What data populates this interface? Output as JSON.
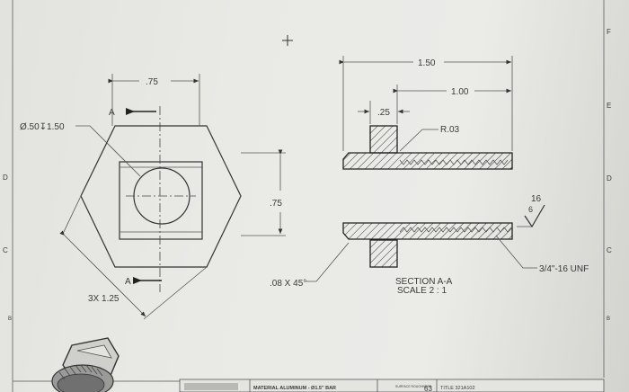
{
  "zone_letters": {
    "left": [
      "D",
      "C",
      "B"
    ],
    "right": [
      "F",
      "E",
      "D",
      "C",
      "B"
    ]
  },
  "dims": {
    "hole_callout": "Ø.50↧1.50",
    "width": ".75",
    "section_marker": "A",
    "height": ".75",
    "chamfer_hex": "3X 1.25",
    "chamfer": ".08 X 45°",
    "length_total": "1.50",
    "length_thread": "1.00",
    "length_flange": ".25",
    "radius": "R.03",
    "surface_top": "16",
    "surface_bottom": "6",
    "thread": "3/4\"-16 UNF"
  },
  "section_title": "SECTION A-A",
  "section_scale": "SCALE 2 : 1",
  "title_block": {
    "material": "MATERIAL  ALUMINUM - Ø1.5\" BAR",
    "surface": "SURFACE ROUGHNESS",
    "surface_value": "63",
    "title": "TITLE  321A102"
  }
}
